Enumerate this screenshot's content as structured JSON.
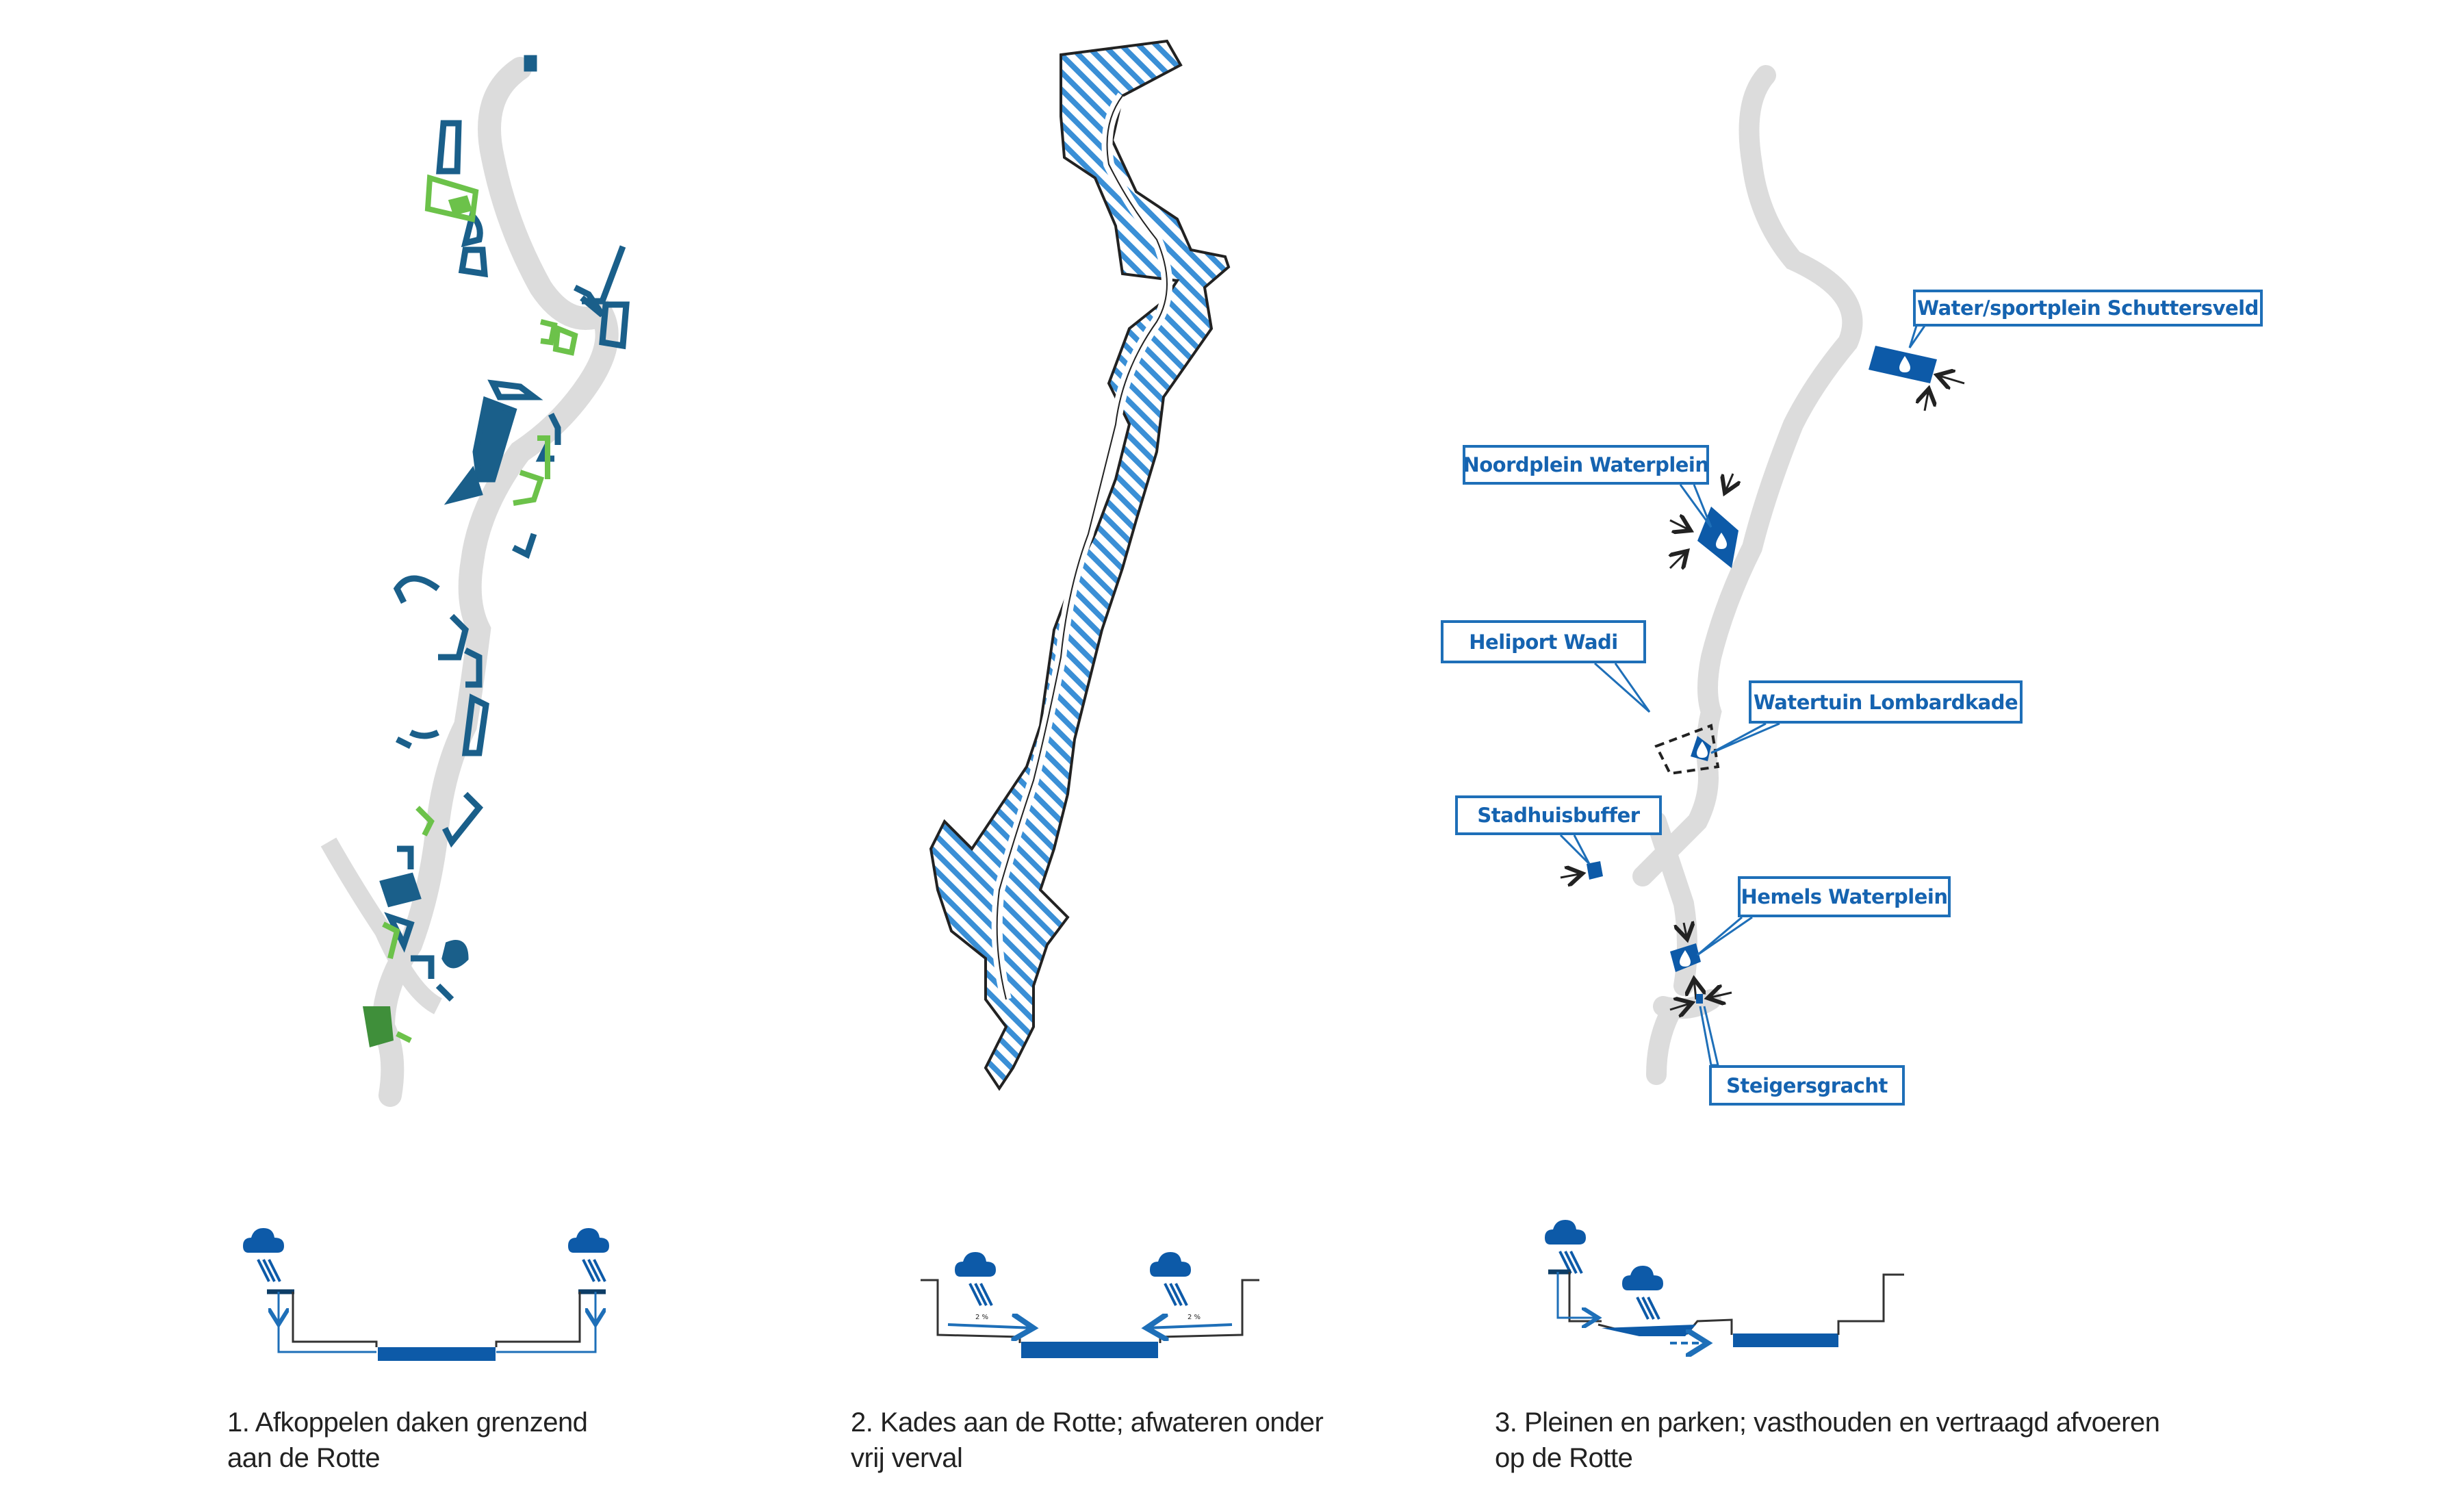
{
  "colors": {
    "river": "#dcdcdc",
    "dark_blue": "#1a5f8a",
    "green": "#6cc24a",
    "dark_green": "#3f8f3a",
    "hatch_blue": "#3a8fd6",
    "label_blue": "#1563b0",
    "water_fill": "#0d5aa8"
  },
  "panels": [
    {
      "id": "panel-1",
      "caption_line1": "1. Afkoppelen daken grenzend",
      "caption_line2": "aan de Rotte"
    },
    {
      "id": "panel-2",
      "caption_line1": "2. Kades aan de Rotte; afwateren onder",
      "caption_line2": "vrij verval",
      "slope_left": "2 %",
      "slope_right": "2 %"
    },
    {
      "id": "panel-3",
      "caption_line1": "3. Pleinen en parken; vasthouden en vertraagd afvoeren",
      "caption_line2": "op de Rotte",
      "labels": [
        {
          "key": "schuttersveld",
          "text": "Water/sportplein Schuttersveld"
        },
        {
          "key": "noordplein",
          "text": "Noordplein Waterplein"
        },
        {
          "key": "heliport",
          "text": "Heliport Wadi"
        },
        {
          "key": "lombardkade",
          "text": "Watertuin Lombardkade"
        },
        {
          "key": "stadhuis",
          "text": "Stadhuisbuffer"
        },
        {
          "key": "hemels",
          "text": "Hemels Waterplein"
        },
        {
          "key": "steigers",
          "text": "Steigersgracht"
        }
      ]
    }
  ],
  "icons": {
    "rain_cloud": "rain-cloud-icon",
    "water_drop": "water-drop-icon",
    "flow_arrow": "arrow-icon"
  }
}
